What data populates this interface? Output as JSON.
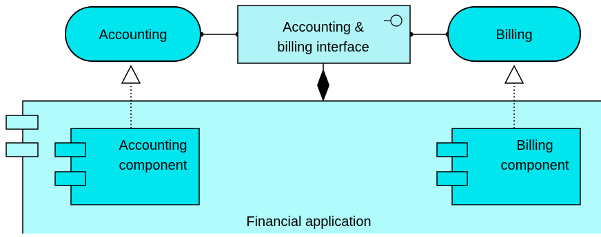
{
  "diagram": {
    "services": [
      {
        "id": "accounting",
        "label": "Accounting"
      },
      {
        "id": "billing",
        "label": "Billing"
      }
    ],
    "interface": {
      "lines": [
        "Accounting &",
        "billing interface"
      ]
    },
    "application": {
      "label": "Financial application"
    },
    "components": [
      {
        "id": "accounting-component",
        "lines": [
          "Accounting",
          "component"
        ]
      },
      {
        "id": "billing-component",
        "lines": [
          "Billing",
          "component"
        ]
      }
    ],
    "colors": {
      "service_fill": "#00e5ee",
      "interface_fill": "#b0f4f7",
      "application_fill": "#b0fbfc",
      "component_fill": "#00e5ee",
      "stroke": "#000000"
    }
  }
}
